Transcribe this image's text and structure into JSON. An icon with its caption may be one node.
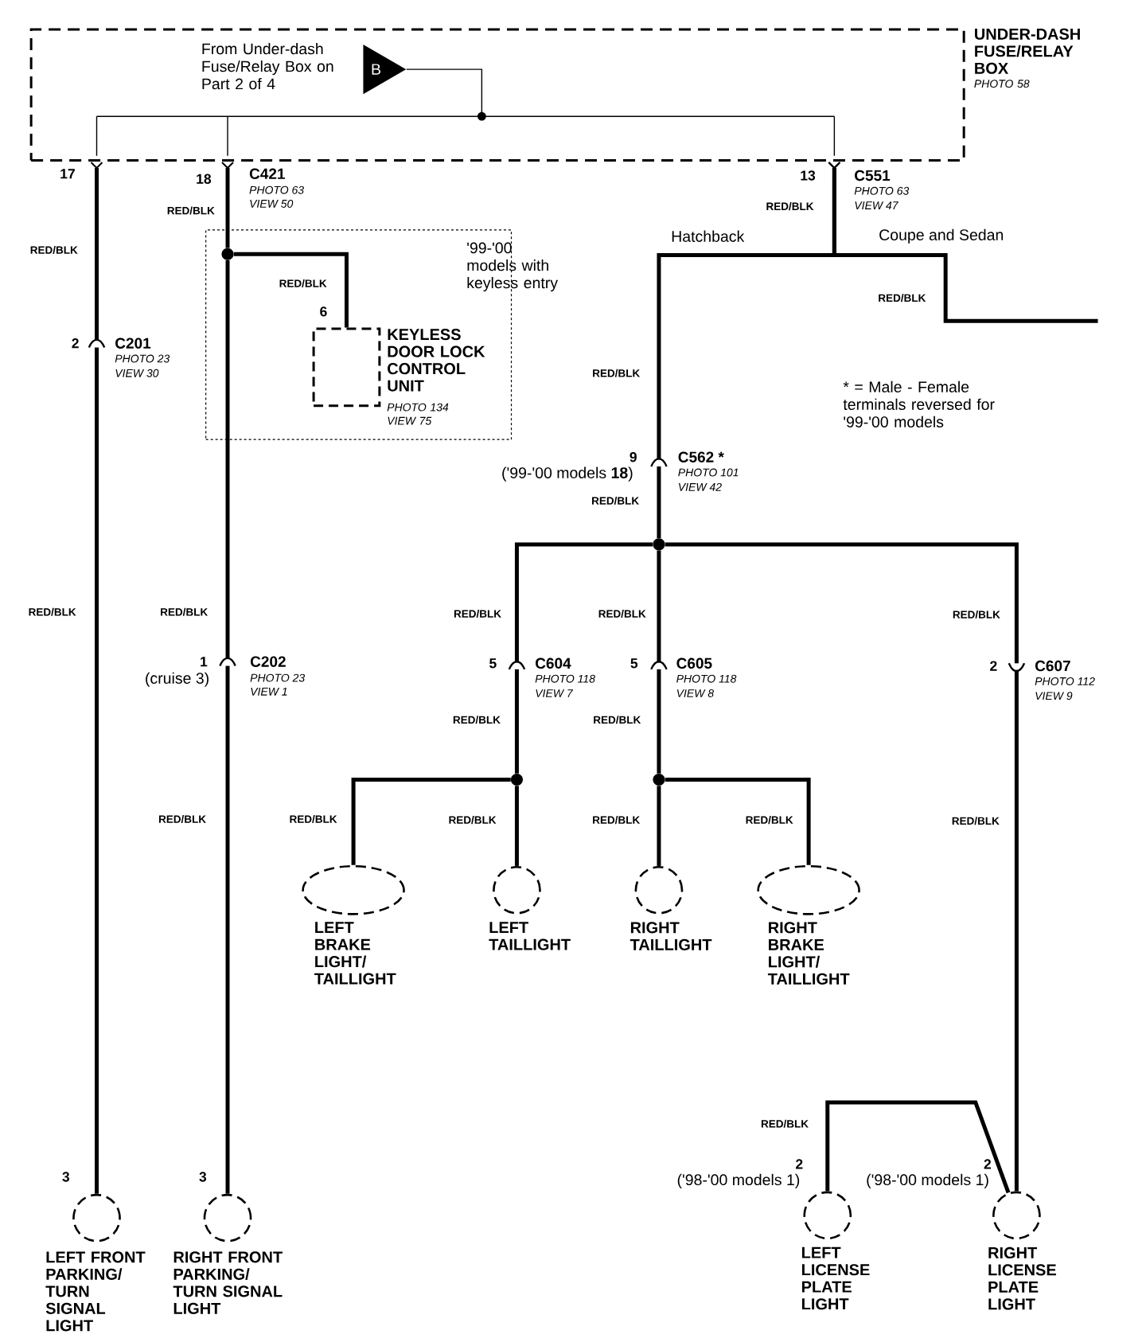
{
  "diagram": {
    "nodes": [
      {
        "text": [
          "UNDER-DASH FUSE/RELAY BOX",
          "PHOTO 58"
        ]
      },
      {
        "text": [
          "B"
        ],
        "beside": [
          "From Under-dash Fuse/Relay Box on Part 2 of 4"
        ],
        "in": 0
      },
      {
        "text": [
          "'99-'00 models with keyless entry"
        ]
      },
      {
        "text": [
          "KEYLESS DOOR LOCK CONTROL UNIT",
          "PHOTO 134",
          "VIEW 75"
        ],
        "in": 2
      },
      {
        "text": [],
        "shape": "circle",
        "in": 2
      },
      {
        "text": [],
        "shape": "circle"
      },
      {
        "text": [],
        "shape": "circle"
      },
      {
        "text": [],
        "shape": "circle"
      },
      {
        "text": [
          "LEFT FRONT PARKING/ TURN SIGNAL LIGHT"
        ]
      },
      {
        "text": [
          "RIGHT FRONT PARKING/ TURN SIGNAL LIGHT"
        ]
      },
      {
        "text": [
          "LEFT BRAKE LIGHT/ TAILLIGHT"
        ]
      },
      {
        "text": [
          "LEFT TAILLIGHT"
        ]
      },
      {
        "text": [
          "RIGHT TAILLIGHT"
        ]
      },
      {
        "text": [
          "RIGHT BRAKE LIGHT/ TAILLIGHT"
        ]
      },
      {
        "text": [
          "LEFT LICENSE PLATE LIGHT"
        ]
      },
      {
        "text": [
          "RIGHT LICENSE PLATE LIGHT"
        ]
      }
    ],
    "edges": [
      {
        "from": 0,
        "to": 8,
        "arrow": "other"
      },
      {
        "from": 0,
        "to": 4,
        "arrow": "other"
      },
      {
        "from": 4,
        "to": 3,
        "arrow": "none"
      },
      {
        "from": 4,
        "to": 9,
        "arrow": "none"
      },
      {
        "from": 0,
        "to": 5,
        "arrow": "other"
      },
      {
        "from": 0,
        "to": null,
        "arrow": "other"
      },
      {
        "from": 5,
        "to": 6,
        "arrow": "none"
      },
      {
        "from": 5,
        "to": 7,
        "arrow": "none"
      },
      {
        "from": 5,
        "to": 15,
        "arrow": "none"
      },
      {
        "from": 15,
        "to": 14,
        "arrow": "none"
      },
      {
        "from": 6,
        "to": 10,
        "arrow": "none"
      },
      {
        "from": 6,
        "to": 11,
        "arrow": "none"
      },
      {
        "from": 7,
        "to": 12,
        "arrow": "none"
      },
      {
        "from": 7,
        "to": 13,
        "arrow": "none"
      }
    ],
    "labels": [
      "17",
      "18",
      "C421",
      "PHOTO 63",
      "VIEW 50",
      "13",
      "C551",
      "PHOTO 63",
      "VIEW 47",
      "RED/BLK",
      "RED/BLK",
      "Hatchback",
      "Coupe and Sedan",
      "RED/BLK",
      "RED/BLK",
      "6",
      "RED/BLK",
      "2",
      "C201",
      "PHOTO 23",
      "VIEW 30",
      "RED/BLK",
      "* = Male - Female terminals reversed for '99-'00 models",
      "9",
      "C562 *",
      "('99-'00 models **18**)",
      "PHOTO 101",
      "VIEW 42",
      "RED/BLK",
      "RED/BLK",
      "RED/BLK",
      "RED/BLK",
      "RED/BLK",
      "RED/BLK",
      "1",
      "C202",
      "(cruise 3)",
      "PHOTO 23",
      "VIEW 1",
      "5",
      "C604",
      "PHOTO 118",
      "VIEW 7",
      "5",
      "C605",
      "PHOTO 118",
      "VIEW 8",
      "2",
      "C607",
      "PHOTO 112",
      "VIEW 9",
      "RED/BLK",
      "RED/BLK",
      "RED/BLK",
      "RED/BLK",
      "RED/BLK",
      "RED/BLK",
      "RED/BLK",
      "RED/BLK",
      "RED/BLK",
      "3",
      "3",
      "2",
      "('98-'00 models 1)",
      "2",
      "('98-'00 models 1)"
    ]
  }
}
